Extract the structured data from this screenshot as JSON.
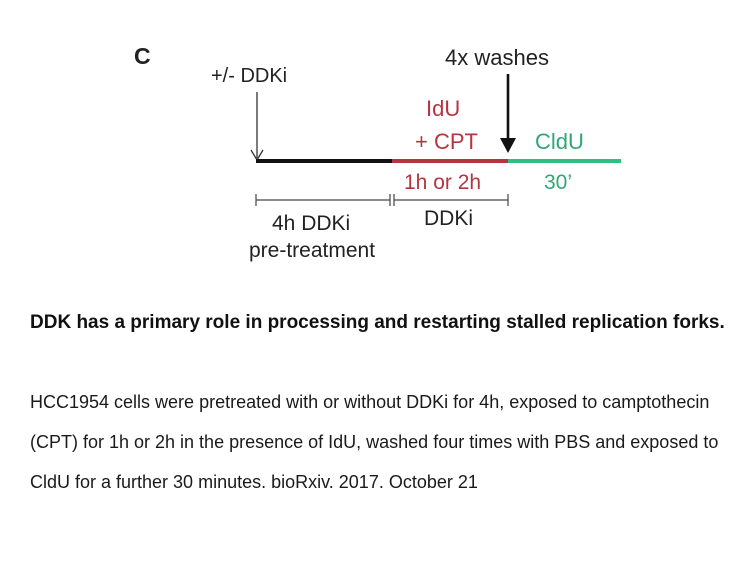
{
  "figure": {
    "panel_label": "C",
    "treatment_label": "+/- DDKi",
    "washes_label": "4x washes",
    "idu_label": "IdU",
    "cpt_label": "+ CPT",
    "cldu_label": "CldU",
    "duration_idu": "1h or 2h",
    "duration_cldu": "30’",
    "pretreat_line1": "4h DDKi",
    "pretreat_line2": "pre-treatment",
    "ddki_label": "DDKi",
    "colors": {
      "pretreatment_bar": "#111111",
      "idu_bar": "#b5353f",
      "cldu_bar": "#2fbf83",
      "idu_text": "#b5353f",
      "cldu_text": "#2fa876"
    }
  },
  "caption": {
    "title": "DDK has a primary role in processing and restarting stalled replication forks.",
    "body": "HCC1954 cells were pretreated with or without DDKi for 4h, exposed to camptothecin (CPT) for 1h or 2h in the presence of IdU, washed four times with PBS and exposed to CldU for a further 30 minutes. bioRxiv. 2017. October 21"
  }
}
